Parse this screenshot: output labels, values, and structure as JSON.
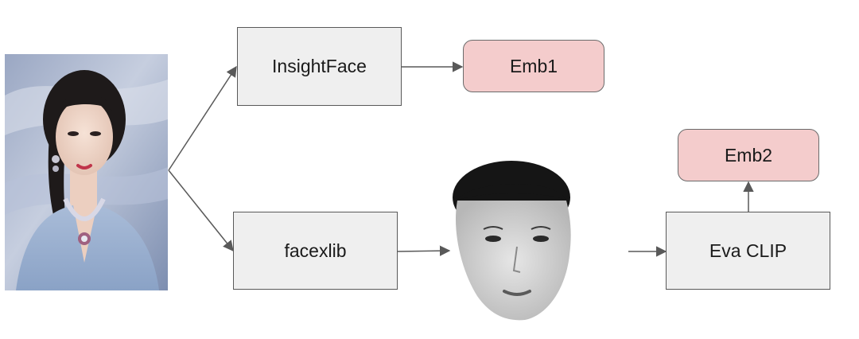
{
  "nodes": {
    "insightface": "InsightFace",
    "facexlib": "facexlib",
    "eva_clip": "Eva CLIP",
    "emb1": "Emb1",
    "emb2": "Emb2"
  },
  "images": {
    "input_photo": "portrait-photo",
    "face_crop": "grayscale-face-crop"
  },
  "colors": {
    "process_fill": "#efefef",
    "embedding_fill": "#f4cccc",
    "edge": "#595959"
  }
}
